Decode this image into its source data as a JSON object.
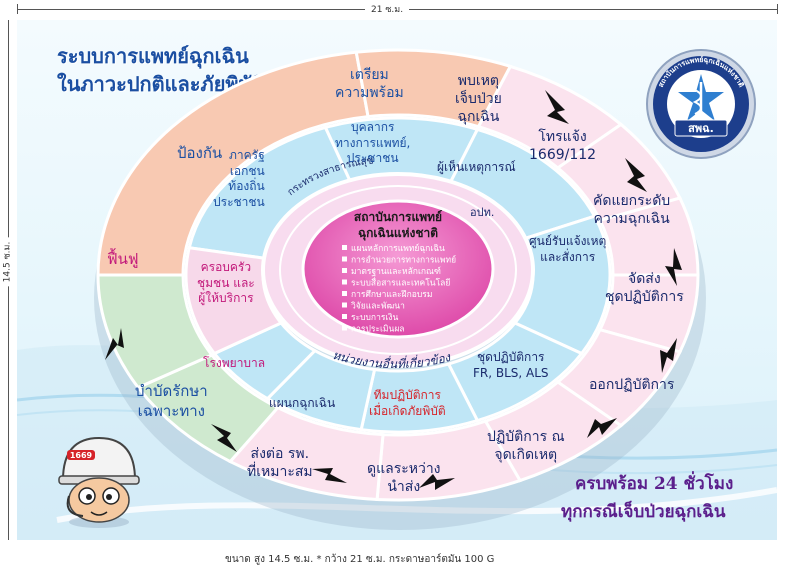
{
  "page": {
    "width_label": "21 ซ.ม.",
    "height_label": "14.5 ซ.ม.",
    "footer": "ขนาด สูง 14.5 ซ.ม. * กว้าง 21 ซ.ม. กระดาษอาร์ตมัน 100 G"
  },
  "title": {
    "line1": "ระบบการแพทย์ฉุกเฉิน",
    "line2": "ในภาวะปกติและภัยพิบัติ"
  },
  "logo": {
    "ring_text": "สถาบันการแพทย์ฉุกเฉินแห่งชาติ",
    "abbr": "สพฉ."
  },
  "mascot": {
    "helmet_number": "1669"
  },
  "slogan": {
    "line1": "ครบพร้อม 24 ชั่วโมง",
    "line2": "ทุกกรณีเจ็บป่วยฉุกเฉิน"
  },
  "outer_ring": {
    "prevention": "ป้องกัน",
    "preparedness": [
      "เตรียม",
      "ความพร้อม"
    ],
    "incident": [
      "พบเหตุ",
      "เจ็บป่วย",
      "ฉุกเฉิน"
    ],
    "call": [
      "โทรแจ้ง",
      "1669/112"
    ],
    "triage": [
      "คัดแยกระดับ",
      "ความฉุกเฉิน"
    ],
    "dispatch": [
      "จัดส่ง",
      "ชุดปฏิบัติการ"
    ],
    "departure": "ออกปฏิบัติการ",
    "on_scene": [
      "ปฏิบัติการ ณ",
      "จุดเกิดเหตุ"
    ],
    "transport": [
      "ดูแลระหว่าง",
      "นำส่ง"
    ],
    "handover": [
      "ส่งต่อ รพ.",
      "ที่เหมาะสม"
    ],
    "specific_treatment": [
      "บำบัดรักษา",
      "เฉพาะทาง"
    ],
    "rehab": "ฟื้นฟู"
  },
  "middle_ring": {
    "sectors": [
      "ภาครัฐ",
      "เอกชน",
      "ท้องถิ่น",
      "ประชาชน"
    ],
    "medical_staff": [
      "บุคลากร",
      "ทางการแพทย์,",
      "ประชาชน"
    ],
    "witness": "ผู้เห็นเหตุการณ์",
    "command_center": [
      "ศูนย์รับแจ้งเหตุ",
      "และสั่งการ"
    ],
    "ops_teams": [
      "ชุดปฏิบัติการ",
      "FR, BLS, ALS"
    ],
    "disaster_teams": [
      "ทีมปฏิบัติการ",
      "เมื่อเกิดภัยพิบัติ"
    ],
    "er": "แผนกฉุกเฉิน",
    "hospital": "โรงพยาบาล",
    "community": [
      "ครอบครัว",
      "ชุมชน และ",
      "ผู้ให้บริการ"
    ]
  },
  "inner_ring": {
    "moph": "กระทรวงสาธารณสุข",
    "lao": "อปท.",
    "related": "หน่วยงานอื่นที่เกี่ยวข้อง"
  },
  "center": {
    "title": [
      "สถาบันการแพทย์",
      "ฉุกเฉินแห่งชาติ"
    ],
    "items": [
      "แผนหลักการแพทย์ฉุกเฉิน",
      "การอำนวยการทางการแพทย์",
      "มาตรฐานและหลักเกณฑ์",
      "ระบบสื่อสารและเทคโนโลยี",
      "การศึกษาและฝึกอบรม",
      "วิจัยและพัฒนา",
      "ระบบการเงิน",
      "การประเมินผล"
    ]
  },
  "colors": {
    "outer_prevention": "#f8c9b2",
    "outer_flow": "#fbe3ee",
    "outer_rehab": "#cfe9cf",
    "middle": "#bfe6f6",
    "middle_community": "#f7d9ea",
    "inner": "#f8dcef",
    "center": "#ea69be",
    "title_blue": "#1b4fa2",
    "pink_text": "#c2187a",
    "red_text": "#d6232a",
    "navy_text": "#1a2a6c",
    "slogan_purple": "#5b1f8c"
  }
}
